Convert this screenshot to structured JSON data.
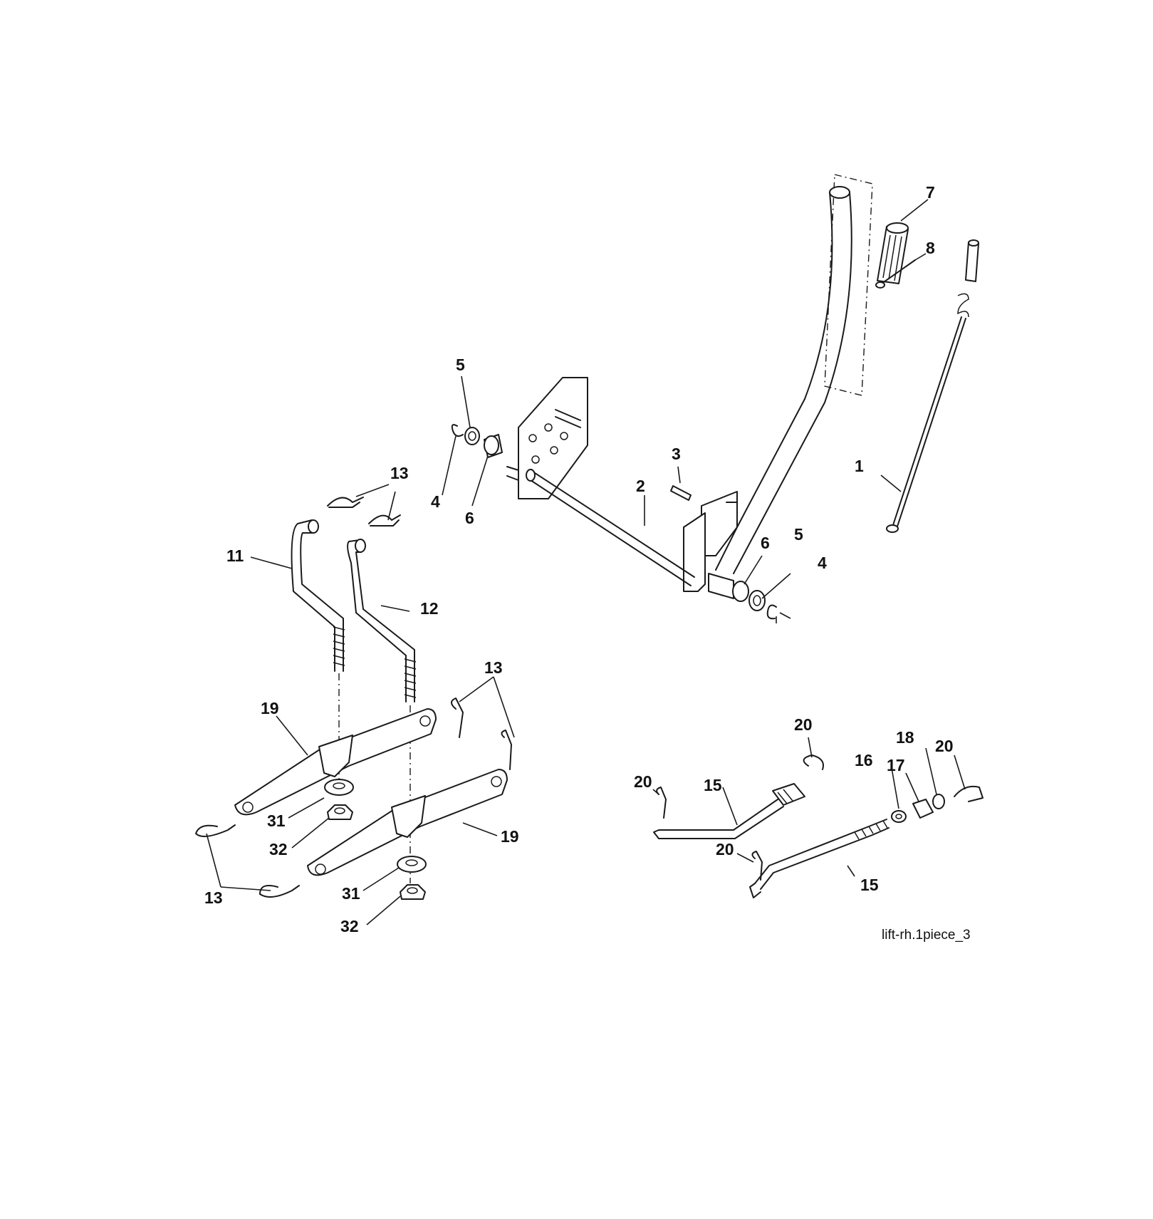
{
  "diagram": {
    "caption": "lift-rh.1piece_3",
    "callouts": [
      {
        "label": "1"
      },
      {
        "label": "2"
      },
      {
        "label": "3"
      },
      {
        "label": "4"
      },
      {
        "label": "4"
      },
      {
        "label": "5"
      },
      {
        "label": "5"
      },
      {
        "label": "6"
      },
      {
        "label": "6"
      },
      {
        "label": "7"
      },
      {
        "label": "8"
      },
      {
        "label": "11"
      },
      {
        "label": "12"
      },
      {
        "label": "13"
      },
      {
        "label": "13"
      },
      {
        "label": "13"
      },
      {
        "label": "15"
      },
      {
        "label": "15"
      },
      {
        "label": "16"
      },
      {
        "label": "17"
      },
      {
        "label": "18"
      },
      {
        "label": "19"
      },
      {
        "label": "19"
      },
      {
        "label": "20"
      },
      {
        "label": "20"
      },
      {
        "label": "20"
      },
      {
        "label": "20"
      },
      {
        "label": "31"
      },
      {
        "label": "31"
      },
      {
        "label": "32"
      },
      {
        "label": "32"
      }
    ]
  }
}
